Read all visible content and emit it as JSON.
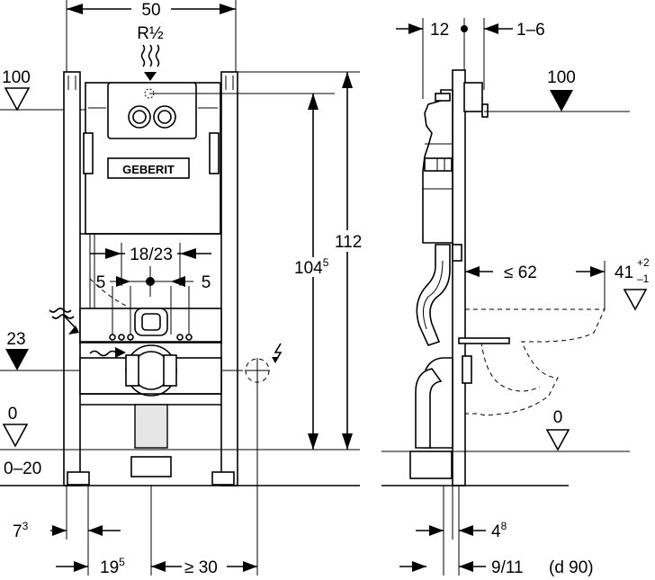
{
  "front_view": {
    "width_top": "50",
    "connection": "R½",
    "brand": "GEBERIT",
    "level_100": "100",
    "level_23": "23",
    "level_0": "0",
    "height_112": "112",
    "height_104_base": "104",
    "height_104_exp": "5",
    "spacing": "18/23",
    "offset_left": "5",
    "offset_right": "5",
    "floor_range": "0–20",
    "bottom_left_base": "7",
    "bottom_left_exp": "3",
    "bottom_mid_base": "19",
    "bottom_mid_exp": "5",
    "bottom_right": "≥ 30"
  },
  "side_view": {
    "top_left": "12",
    "top_right": "1–6",
    "level_100": "100",
    "depth": "≤ 62",
    "height_41": "41",
    "tol_plus": "+2",
    "tol_minus": "–1",
    "level_0": "0",
    "bottom_48_base": "4",
    "bottom_48_exp": "8",
    "bottom_911": "9/11",
    "pipe_note": "(d 90)"
  }
}
